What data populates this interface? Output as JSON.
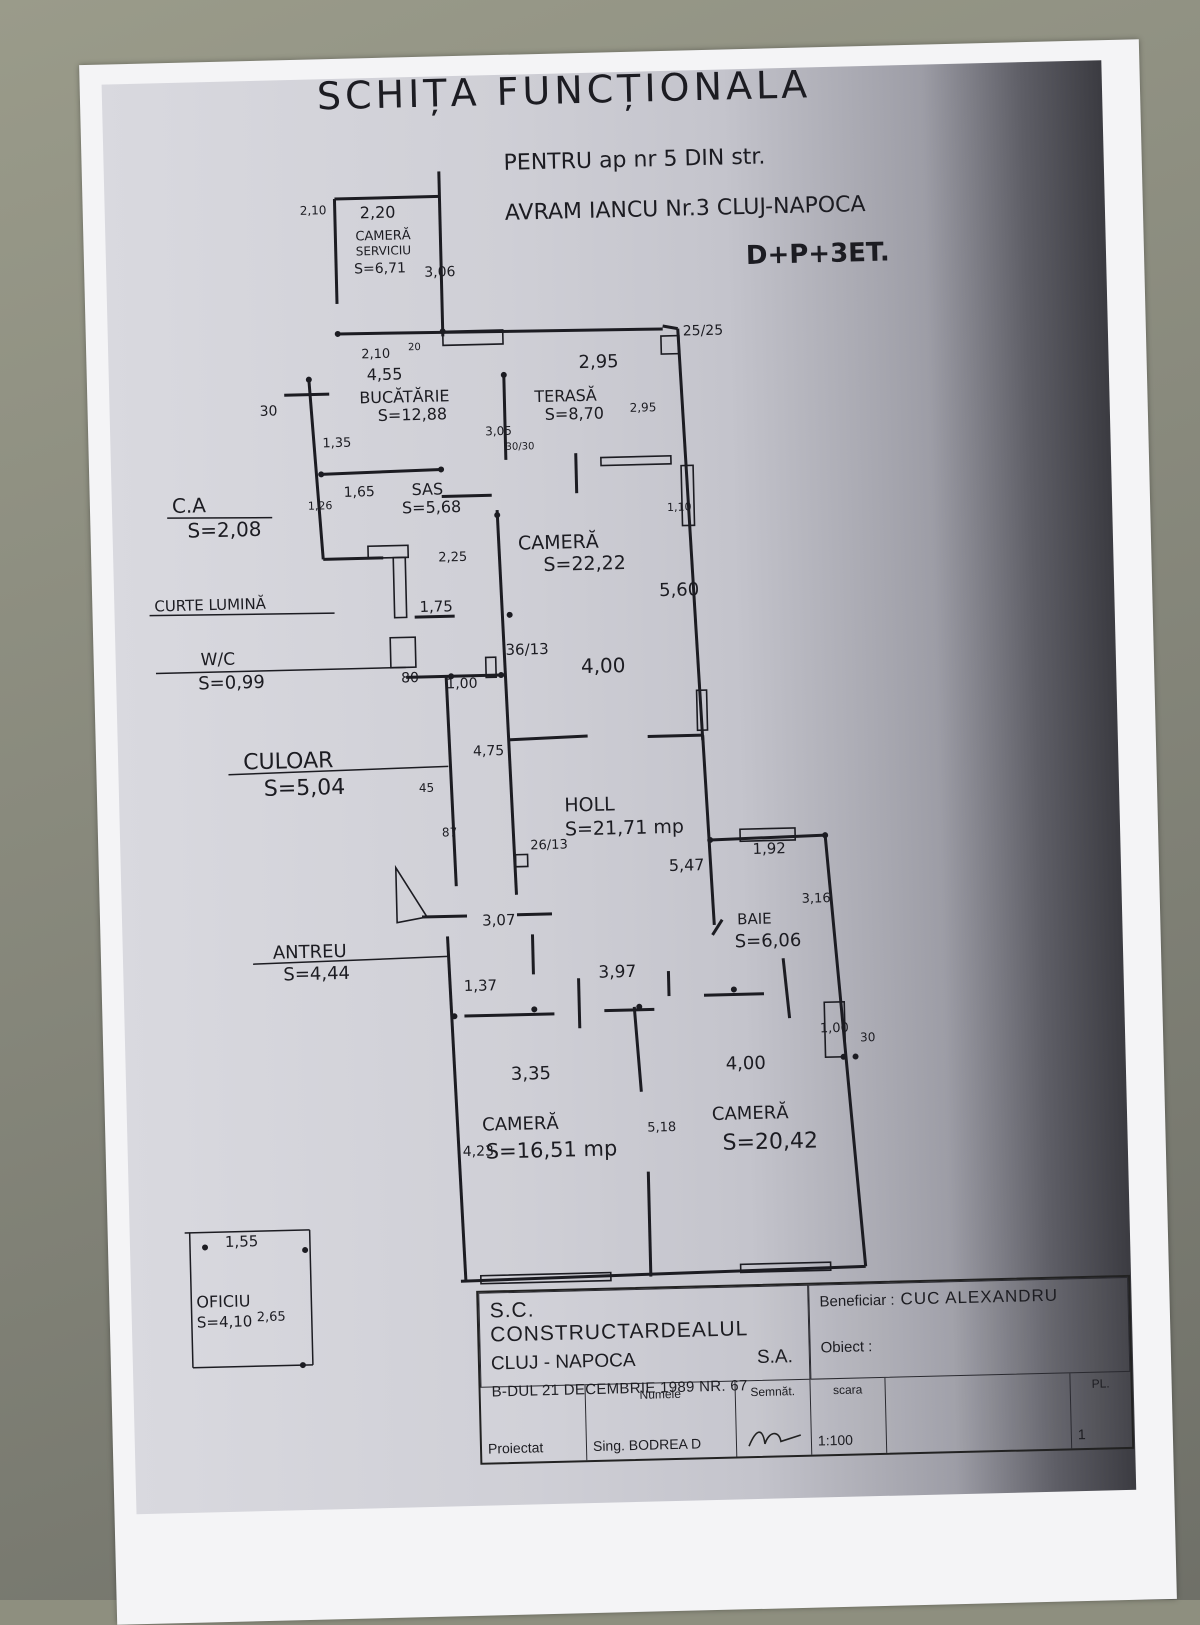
{
  "header": {
    "title": "SCHIȚA FUNCȚIONALĂ",
    "line1": "PENTRU ap nr 5 DIN str.",
    "line2": "AVRAM IANCU Nr.3 CLUJ-NAPOCA",
    "levels": "D+P+3ET."
  },
  "rooms": {
    "camera_serviciu": {
      "name1": "CAMERĂ",
      "name2": "SERVICIU",
      "area": "S=6,71"
    },
    "bucatarie": {
      "name": "BUCĂTĂRIE",
      "area": "S=12,88"
    },
    "terasa": {
      "name": "TERASĂ",
      "area": "S=8,70"
    },
    "sas": {
      "name": "SAS",
      "area": "S=5,68"
    },
    "ca": {
      "name": "C.A",
      "area": "S=2,08"
    },
    "camera_1": {
      "name": "CAMERĂ",
      "area": "S=22,22"
    },
    "curte": {
      "name": "CURTE LUMINĂ"
    },
    "wc": {
      "name": "W/C",
      "area": "S=0,99"
    },
    "culoar": {
      "name": "CULOAR",
      "area": "S=5,04"
    },
    "holl": {
      "name": "HOLL",
      "area": "S=21,71 mp"
    },
    "baie": {
      "name": "BAIE",
      "area": "S=6,06"
    },
    "antreu": {
      "name": "ANTREU",
      "area": "S=4,44"
    },
    "camera_2": {
      "name": "CAMERĂ",
      "area": "S=16,51 mp"
    },
    "camera_3": {
      "name": "CAMERĂ",
      "area": "S=20,42"
    },
    "oficiu": {
      "name": "OFICIU",
      "area": "S=4,10"
    }
  },
  "dimensions": {
    "d_210_top": "2,10",
    "d_220": "2,20",
    "d_306": "3,06",
    "d_210b": "2,10",
    "d_20": "20",
    "d_455": "4,55",
    "d_295": "2,95",
    "d_2525": "25/25",
    "d_30": "30",
    "d_135": "1,35",
    "d_305": "3,05",
    "d_295b": "2,95",
    "d_3030": "30/30",
    "d_165": "1,65",
    "d_126": "1,26",
    "d_110": "1,10",
    "d_225": "2,25",
    "d_560": "5,60",
    "d_175": "1,75",
    "d_3613": "36/13",
    "d_80": "80",
    "d_100": "1,00",
    "d_400a": "4,00",
    "d_475": "4,75",
    "d_45": "45",
    "d_87": "87",
    "d_2613": "26/13",
    "d_547": "5,47",
    "d_192": "1,92",
    "d_316": "3,16",
    "d_307": "3,07",
    "d_137": "1,37",
    "d_397": "3,97",
    "d_100b": "1,00",
    "d_30b": "30",
    "d_335": "3,35",
    "d_400b": "4,00",
    "d_423": "4,23",
    "d_518": "5,18",
    "d_155": "1,55",
    "d_265": "2,65"
  },
  "title_block": {
    "company": "S.C. CONSTRUCTARDEALUL",
    "city": "CLUJ - NAPOCA",
    "sa": "S.A.",
    "address": "B-DUL 21 DECEMBRIE 1989 NR. 67",
    "beneficiar_label": "Beneficiar :",
    "beneficiar_value": "CUC ALEXANDRU",
    "obiect_label": "Obiect :",
    "proiectat_label": "Proiectat",
    "proiectat_value": "Sing. BODREA D",
    "numele_label": "Numele",
    "semnat_label": "Semnăt.",
    "scara_label": "scara",
    "scara_value": "1:100",
    "pl_label": "PL.",
    "pl_value": "1"
  },
  "colors": {
    "ink": "#1c1c22",
    "paper": "#f4f4f6",
    "copy_shade": "#cfcfd6"
  }
}
